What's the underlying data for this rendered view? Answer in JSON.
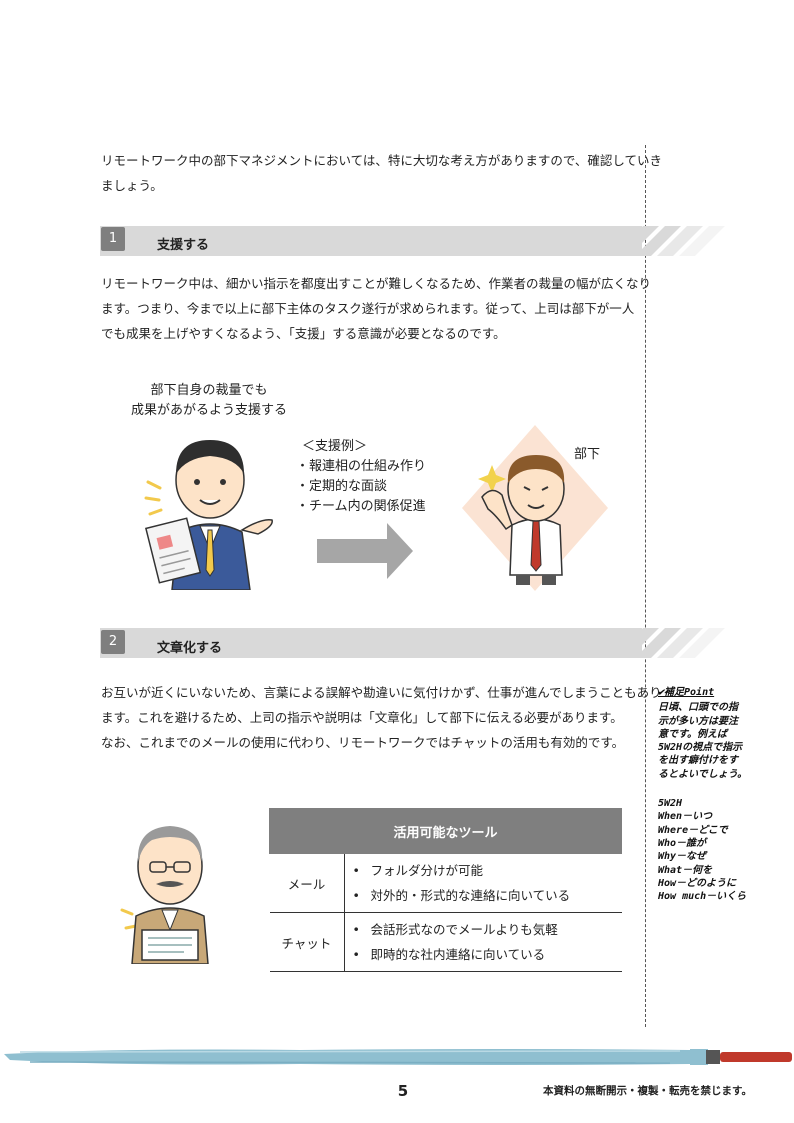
{
  "intro": {
    "lines": [
      "リモートワーク中の部下マネジメントにおいては、特に大切な考え方がありますので、確認していき",
      "ましょう。"
    ]
  },
  "section1": {
    "number": "1",
    "title": "支援する",
    "lines": [
      "リモートワーク中は、細かい指示を都度出すことが難しくなるため、作業者の裁量の幅が広くなり",
      "ます。つまり、今まで以上に部下主体のタスク遂行が求められます。従って、上司は部下が一人",
      "でも成果を上げやすくなるよう、「支援」する意識が必要となるのです。"
    ],
    "caption_lines": [
      "部下自身の裁量でも",
      "成果があがるよう支援する"
    ],
    "examples_title": "＜支援例＞",
    "examples": [
      "・報連相の仕組み作り",
      "・定期的な面談",
      "・チーム内の関係促進"
    ],
    "subordinate_label": "部下"
  },
  "section2": {
    "number": "2",
    "title": "文章化する",
    "lines": [
      "お互いが近くにいないため、言葉による誤解や勘違いに気付けかず、仕事が進んでしまうこともあり",
      "ます。これを避けるため、上司の指示や説明は「文章化」して部下に伝える必要があります。",
      "なお、これまでのメールの使用に代わり、リモートワークではチャットの活用も有効的です。"
    ]
  },
  "tools_table": {
    "header": "活用可能なツール",
    "rows": [
      {
        "name": "メール",
        "items": [
          "フォルダ分けが可能",
          "対外的・形式的な連絡に向いている"
        ]
      },
      {
        "name": "チャット",
        "items": [
          "会話形式なのでメールよりも気軽",
          "即時的な社内連絡に向いている"
        ]
      }
    ]
  },
  "side_note": {
    "title": "✔補足Point",
    "body_lines": [
      "日頃、口頭での指",
      "示が多い方は要注",
      "意です。例えば",
      "5W2Hの視点で指示",
      "を出す癖付けをす",
      "るとよいでしょう。"
    ],
    "w_title": "5W2H",
    "w_lines": [
      "When－いつ",
      "Where－どこで",
      "Who－誰が",
      "Why－なぜ",
      "What－何を",
      "How－どのように",
      "How much－いくら"
    ]
  },
  "footer": {
    "page_number": "5",
    "notice": "本資料の無断開示・複製・転売を禁じます。"
  },
  "colors": {
    "section_bar": "#d9d9d9",
    "badge": "#7f7f7f",
    "table_header": "#7f7f7f",
    "brush": "#8fbfd0",
    "diamond": "#fbe3d3"
  }
}
